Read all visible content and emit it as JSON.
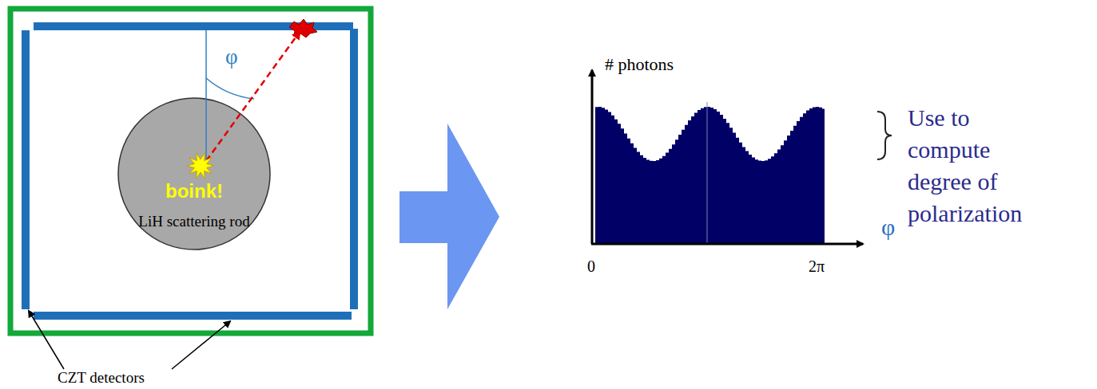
{
  "diagram": {
    "nodes": [
      {
        "text": [
          "boink!",
          "LiH scattering rod"
        ]
      }
    ],
    "labels": [
      "φ",
      "CZT detectors",
      "# photons",
      "0",
      "2π",
      "φ",
      "Use to compute degree of polarization"
    ]
  }
}
